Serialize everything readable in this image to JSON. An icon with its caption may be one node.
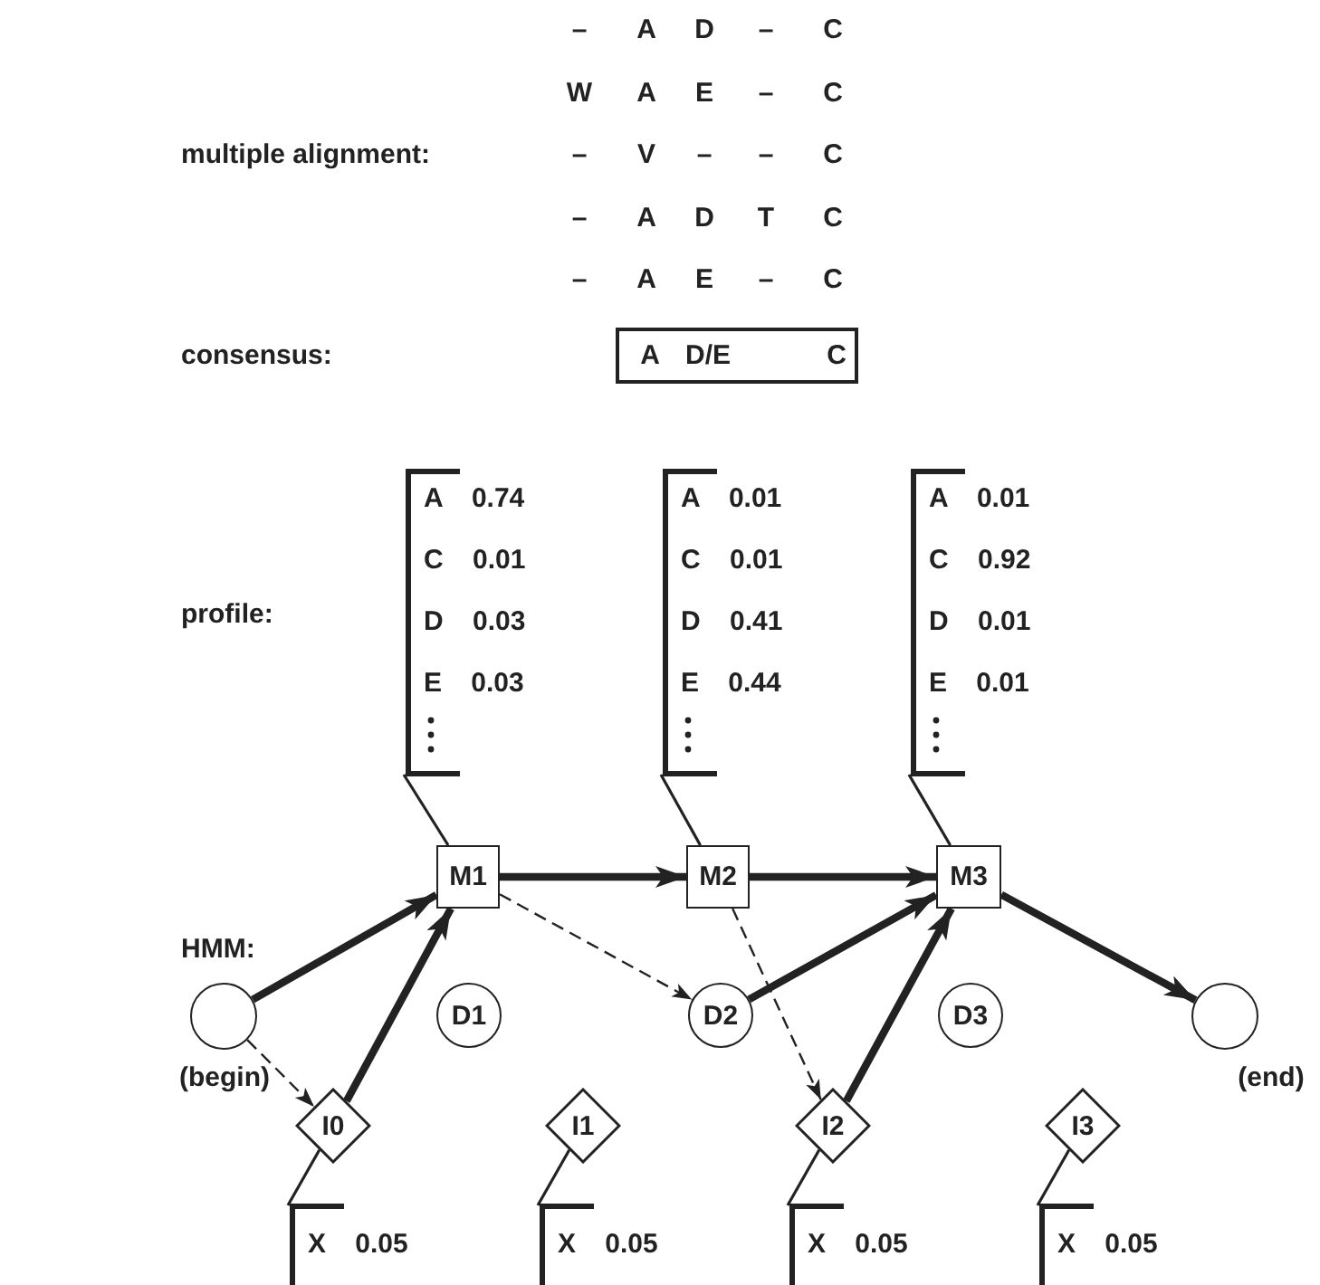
{
  "diagram": {
    "nodes": [
      {
        "text": [
          "A",
          "D/E",
          "C"
        ]
      },
      {
        "text": [
          "A 0.74",
          "C 0.01",
          "D 0.03",
          "E 0.03"
        ]
      },
      {
        "text": [
          "A 0.01",
          "C 0.01",
          "D 0.41",
          "E 0.44"
        ]
      },
      {
        "text": [
          "A 0.01",
          "C 0.92",
          "D 0.01",
          "E 0.01"
        ]
      },
      {
        "text": [
          "M1"
        ]
      },
      {
        "text": [
          "M2"
        ]
      },
      {
        "text": [
          "M3"
        ]
      },
      {
        "text": [],
        "shape": "circle",
        "beside": [
          "(begin)"
        ]
      },
      {
        "text": [
          "D1"
        ]
      },
      {
        "text": [
          "D2"
        ]
      },
      {
        "text": [
          "D3"
        ]
      },
      {
        "text": [],
        "shape": "circle",
        "beside": [
          "(end)"
        ]
      },
      {
        "text": [
          "I0"
        ]
      },
      {
        "text": [
          "I1"
        ]
      },
      {
        "text": [
          "I2"
        ]
      },
      {
        "text": [
          "I3"
        ]
      },
      {
        "text": [
          "X 0.05"
        ]
      },
      {
        "text": [
          "X 0.05"
        ]
      },
      {
        "text": [
          "X 0.05"
        ]
      },
      {
        "text": [
          "X 0.05"
        ]
      }
    ],
    "edges": [
      {
        "from": 1,
        "to": 4,
        "arrow": "none"
      },
      {
        "from": 2,
        "to": 5,
        "arrow": "none"
      },
      {
        "from": 3,
        "to": 6,
        "arrow": "none"
      },
      {
        "from": 7,
        "to": 4,
        "arrow": "to",
        "style": "thick"
      },
      {
        "from": 7,
        "to": 12,
        "arrow": "to",
        "style": "dashed"
      },
      {
        "from": 12,
        "to": 4,
        "arrow": "to",
        "style": "thick"
      },
      {
        "from": 4,
        "to": 5,
        "arrow": "to",
        "style": "thick"
      },
      {
        "from": 4,
        "to": 9,
        "arrow": "to",
        "style": "dashed"
      },
      {
        "from": 5,
        "to": 6,
        "arrow": "to",
        "style": "thick"
      },
      {
        "from": 5,
        "to": 14,
        "arrow": "to",
        "style": "dashed"
      },
      {
        "from": 9,
        "to": 6,
        "arrow": "to",
        "style": "thick"
      },
      {
        "from": 14,
        "to": 6,
        "arrow": "to",
        "style": "thick"
      },
      {
        "from": 6,
        "to": 11,
        "arrow": "to",
        "style": "thick"
      },
      {
        "from": 12,
        "to": 16,
        "arrow": "none"
      },
      {
        "from": 13,
        "to": 17,
        "arrow": "none"
      },
      {
        "from": 14,
        "to": 18,
        "arrow": "none"
      },
      {
        "from": 15,
        "to": 19,
        "arrow": "none"
      }
    ],
    "labels": [
      "multiple alignment:",
      "–",
      "A",
      "D",
      "–",
      "C",
      "W",
      "A",
      "E",
      "–",
      "C",
      "–",
      "V",
      "–",
      "–",
      "C",
      "–",
      "A",
      "D",
      "T",
      "C",
      "–",
      "A",
      "E",
      "–",
      "C",
      "consensus:",
      "profile:",
      "HMM:"
    ]
  }
}
